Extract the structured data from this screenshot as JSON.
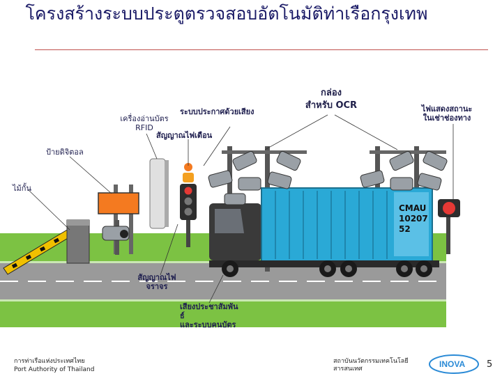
{
  "title": "โครงสร้างระบบประตูตรวจสอบอัตโนมัติท่าเรือกรุงเทพ",
  "labels": {
    "ocr_box": "กล่อง\nสำหรับ  OCR",
    "rfid_reader": "เครื่องอ่านบัตร\nRFID",
    "announcement_system": "ระบบประกาศด้วยเสียง",
    "warning_light": "สัญญาณไฟเตือน",
    "status_light": "ไฟแสดงสถานะ\nในเช่าช่องทาง",
    "digital_sign": "ป้ายดิจิตอล",
    "barrier": "ไม้กั้น",
    "traffic_light": "สัญญาณไฟ\nจราจร",
    "intercom": "เสียงประชาสัมพัน\nธ์\nและระบบคนบัตร"
  },
  "container_plate": "CMAU\n10207\n52",
  "footer": {
    "org_th": "การท่าเรือแห่งประเทศไทย",
    "org_en": "Port Authority of Thailand",
    "institute": "สถาบันนวัตกรรมเทคโนโลยีสารสนเทศ",
    "logo_text": "INOVA",
    "page_number": "5"
  },
  "colors": {
    "title": "#1a1a66",
    "divider": "#c0504d",
    "sky": "#ffffff",
    "grass": "#7cc243",
    "road": "#9a9a9a",
    "container": "#2aa9d6",
    "truck_cab": "#3a3a3a",
    "sign_panel": "#f47a20",
    "barrier_stripe": "#f0c000"
  }
}
